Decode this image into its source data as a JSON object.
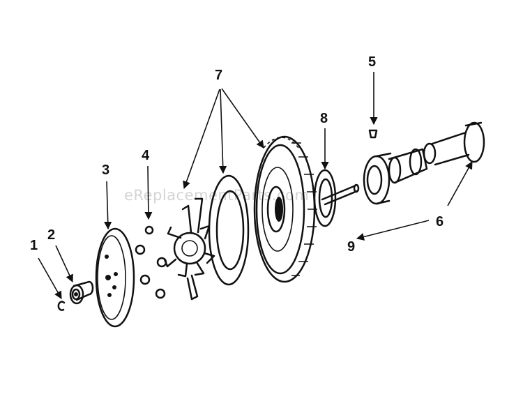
{
  "watermark": "eReplacementParts.com",
  "callouts": {
    "c1": "1",
    "c2": "2",
    "c3": "3",
    "c4": "4",
    "c5": "5",
    "c6": "6",
    "c7": "7",
    "c8": "8",
    "c9": "9"
  },
  "colors": {
    "ink": "#111111",
    "background": "#ffffff",
    "watermark": "#d4d4d4"
  }
}
